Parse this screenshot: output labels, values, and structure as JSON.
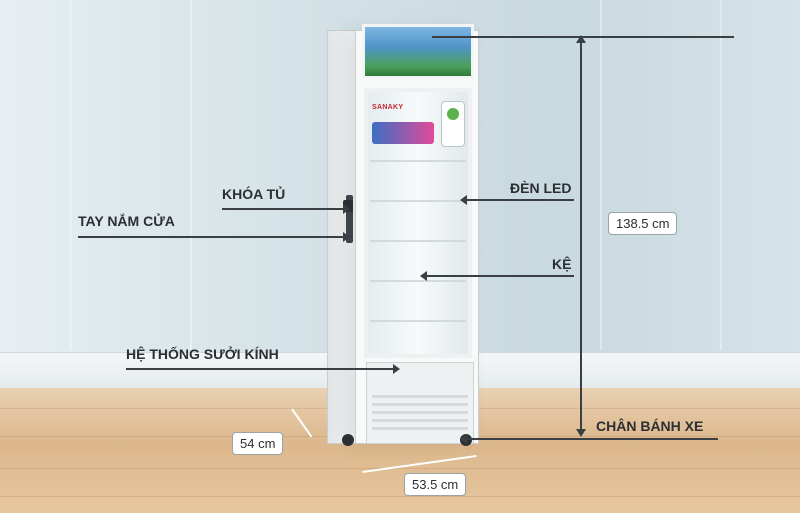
{
  "product": {
    "brand": "SANAKY"
  },
  "annotations": {
    "lock": "KHÓA TỦ",
    "handle": "TAY NẮM CỬA",
    "led": "ĐÈN LED",
    "shelf": "KỆ",
    "heater": "HỆ THỐNG SƯỞI KÍNH",
    "wheels": "CHÂN BÁNH XE"
  },
  "dimensions": {
    "height": "138.5 cm",
    "depth": "54 cm",
    "width": "53.5 cm"
  }
}
